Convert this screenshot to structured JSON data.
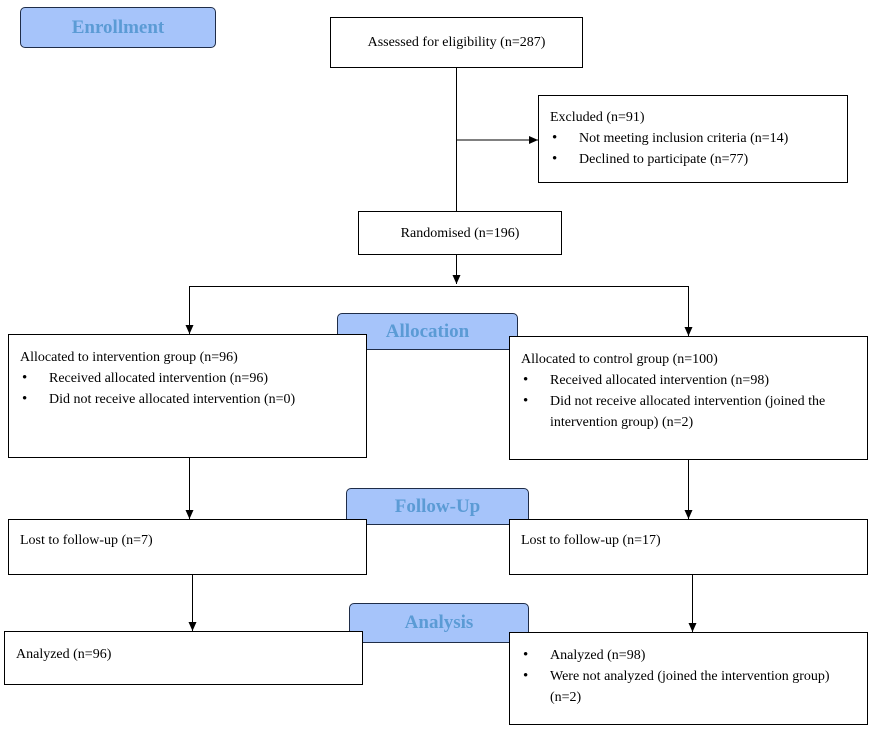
{
  "stages": {
    "enrollment": "Enrollment",
    "allocation": "Allocation",
    "follow_up": "Follow-Up",
    "analysis": "Analysis"
  },
  "boxes": {
    "assessed": "Assessed for eligibility (n=287)",
    "excluded": {
      "title": "Excluded (n=91)",
      "items": [
        "Not meeting inclusion criteria (n=14)",
        "Declined to participate (n=77)"
      ]
    },
    "randomised": "Randomised (n=196)",
    "alloc_intervention": {
      "title": "Allocated to intervention group (n=96)",
      "items": [
        "Received allocated intervention (n=96)",
        "Did not receive allocated intervention (n=0)"
      ]
    },
    "alloc_control": {
      "title": "Allocated to control group (n=100)",
      "items": [
        "Received allocated intervention (n=98)",
        "Did not receive allocated intervention (joined the intervention group) (n=2)"
      ]
    },
    "lost_intervention": "Lost to follow-up (n=7)",
    "lost_control": "Lost to follow-up (n=17)",
    "analyzed_intervention": "Analyzed (n=96)",
    "analyzed_control": {
      "items": [
        "Analyzed (n=98)",
        "Were not analyzed (joined the intervention group) (n=2)"
      ]
    }
  },
  "colors": {
    "stage_fill": "#a6c4fa",
    "stage_text": "#5b9bd5",
    "line": "#000000"
  }
}
